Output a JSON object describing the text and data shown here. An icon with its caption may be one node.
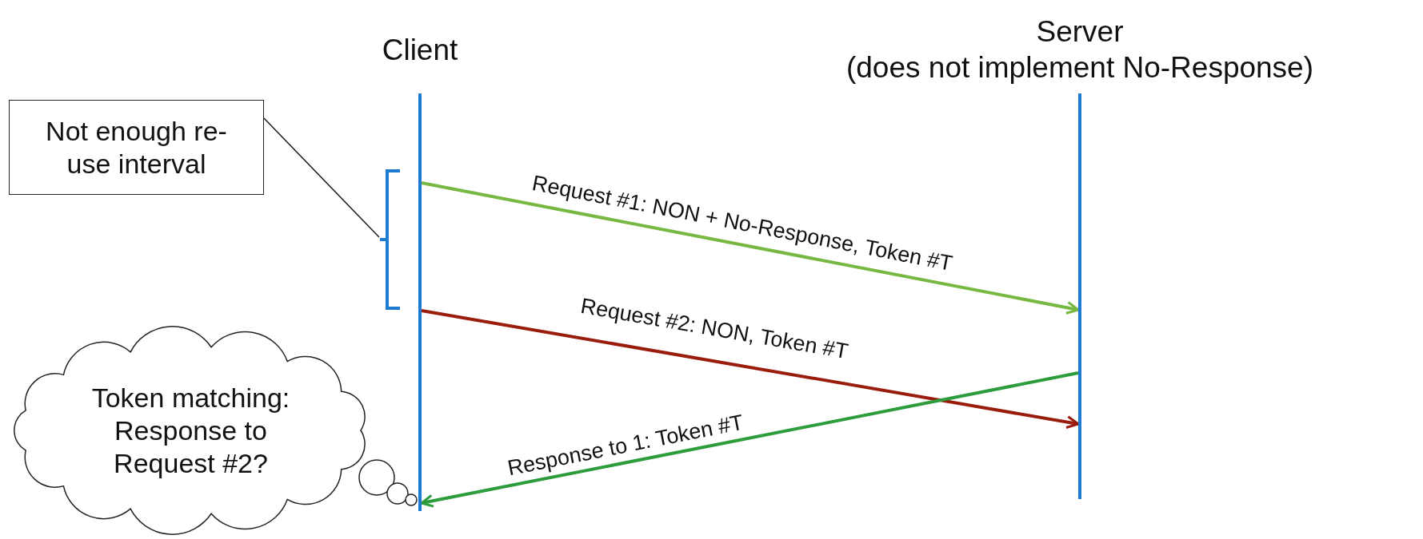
{
  "diagram": {
    "nodes": [
      {
        "text": [
          "Client"
        ]
      },
      {
        "text": [
          "Server",
          "(does not implement No-Response)"
        ]
      },
      {
        "text": [
          "Not enough re-use interval"
        ]
      },
      {
        "text": [],
        "shape": "bracket"
      },
      {
        "text": [
          "Token matching: Response to Request #2?"
        ]
      }
    ],
    "edges": [
      {
        "from": 0,
        "to": 1,
        "arrow": "to",
        "label": "Request #1: NON + No-Response, Token #T",
        "color": "#77b843"
      },
      {
        "from": 0,
        "to": 1,
        "arrow": "to",
        "label": "Request #2: NON, Token #T",
        "color": "#9a1c0c"
      },
      {
        "from": 1,
        "to": 0,
        "arrow": "to",
        "label": "Response to 1: Token #T",
        "color": "#2c9c3c"
      },
      {
        "from": 2,
        "to": 3,
        "arrow": "none",
        "color": "#1a1a1a"
      }
    ]
  }
}
